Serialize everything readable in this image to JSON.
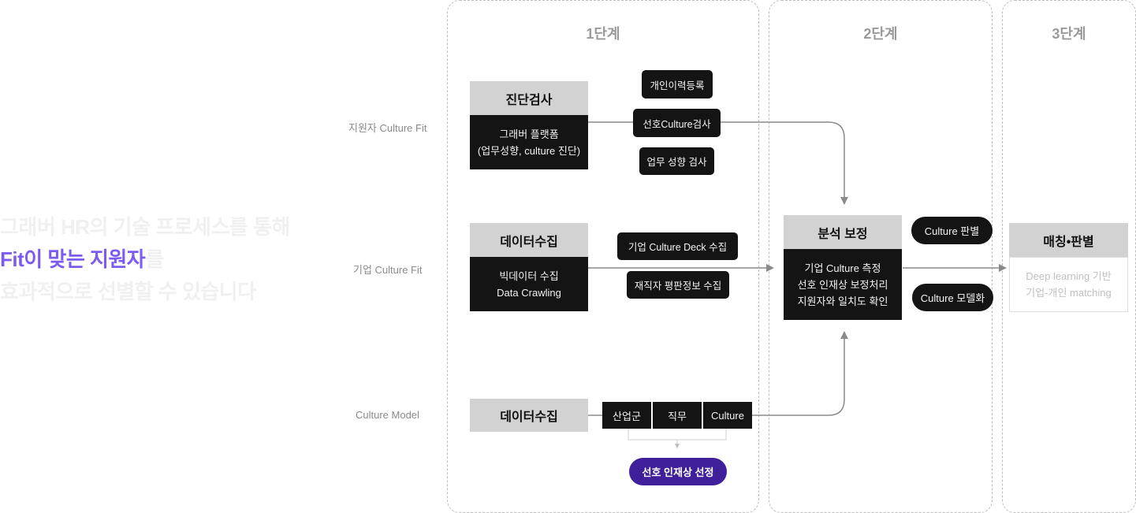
{
  "headline": {
    "line1": "그래버 HR의 기술 프로세스를 통해",
    "line2_accent": "Fit이 맞는 지원자",
    "line2_rest": "를",
    "line3": "효과적으로 선별할 수 있습니다"
  },
  "stages": [
    "1단계",
    "2단계",
    "3단계"
  ],
  "row_labels": {
    "applicant": "지원자 Culture Fit",
    "company": "기업 Culture Fit",
    "model": "Culture Model"
  },
  "stage1": {
    "diagnosis": {
      "title": "진단검사",
      "lines": [
        "그래버 플랫폼",
        "(업무성향, culture 진단)"
      ]
    },
    "diagnosis_tags": [
      "개인이력등록",
      "선호Culture검사",
      "업무 성향 검사"
    ],
    "collection": {
      "title": "데이터수집",
      "lines": [
        "빅데이터 수집",
        "Data Crawling"
      ]
    },
    "collection_tags": [
      "기업 Culture Deck 수집",
      "재직자 평판정보 수집"
    ],
    "model": {
      "title": "데이터수집"
    },
    "model_segments": [
      "산업군",
      "직무",
      "Culture"
    ],
    "model_result": "선호 인재상 선정"
  },
  "stage2": {
    "analysis": {
      "title": "분석 보정",
      "lines": [
        "기업 Culture 측정",
        "선호 인재상 보정처리",
        "지원자와 일치도 확인"
      ]
    },
    "pills": [
      "Culture 판별",
      "Culture 모델화"
    ]
  },
  "stage3": {
    "matching": {
      "title": "매칭•판별",
      "lines": [
        "Deep learning 기반",
        "기업-개인 matching"
      ]
    }
  },
  "colors": {
    "accent": "#7c5cf0",
    "result_pill": "#40209a",
    "dark_box": "#141414",
    "header_box": "#d2d2d2"
  }
}
